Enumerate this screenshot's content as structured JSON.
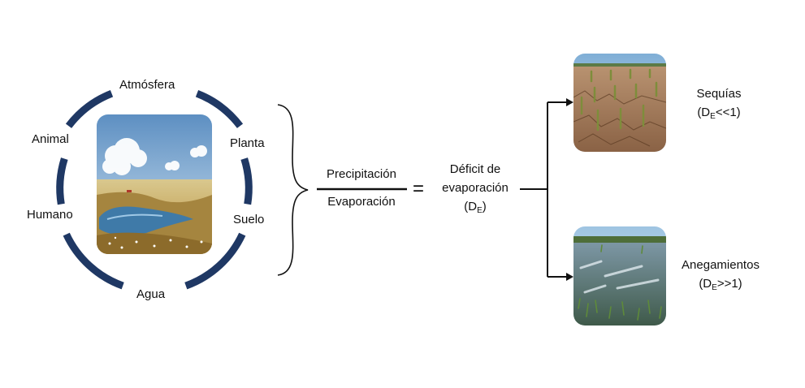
{
  "cycle": {
    "labels": {
      "atmosfera": "Atmósfera",
      "planta": "Planta",
      "suelo": "Suelo",
      "agua": "Agua",
      "humano": "Humano",
      "animal": "Animal"
    },
    "ring_color": "#1f3864"
  },
  "ratio": {
    "numerator": "Precipitación",
    "denominator": "Evaporación",
    "equals": "="
  },
  "result": {
    "line1": "Déficit de",
    "line2": "evaporación",
    "abbr_open": "(D",
    "abbr_sub": "E",
    "abbr_close": ")"
  },
  "outcomes": {
    "drought": {
      "title": "Sequías",
      "open": "(D",
      "sub": "E",
      "close": "<<1)"
    },
    "flood": {
      "title": "Anegamientos",
      "open": "(D",
      "sub": "E",
      "close": ">>1)"
    }
  }
}
